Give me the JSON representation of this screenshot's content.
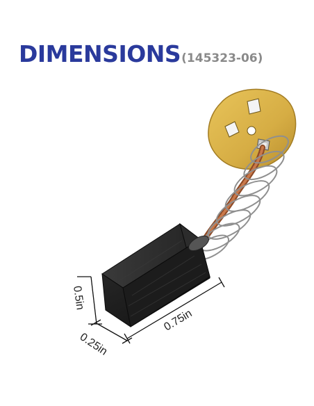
{
  "heading": {
    "title": "DIMENSIONS",
    "part_number": "(145323-06)"
  },
  "dimensions": {
    "height": "0.5in",
    "width": "0.25in",
    "length": "0.75in"
  },
  "colors": {
    "title": "#2a3a9c",
    "part_number": "#8a8a8a",
    "plate": "#d8b24a",
    "carbon_block": "#1b1b1b",
    "copper_lead": "#b5653a",
    "spring": "#9a9a9a"
  }
}
